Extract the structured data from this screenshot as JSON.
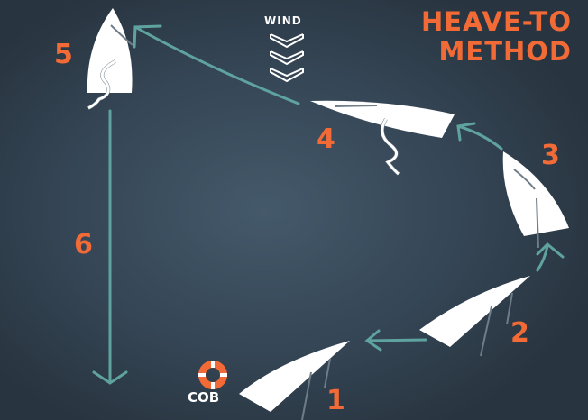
{
  "title": {
    "line1": "HEAVE-TO",
    "line2": "METHOD"
  },
  "wind_label": "WIND",
  "cob_label": "COB",
  "steps": [
    "1",
    "2",
    "3",
    "4",
    "5",
    "6"
  ],
  "colors": {
    "accent": "#f26a36",
    "arrow": "#5fa3a0",
    "boat": "#ffffff"
  }
}
